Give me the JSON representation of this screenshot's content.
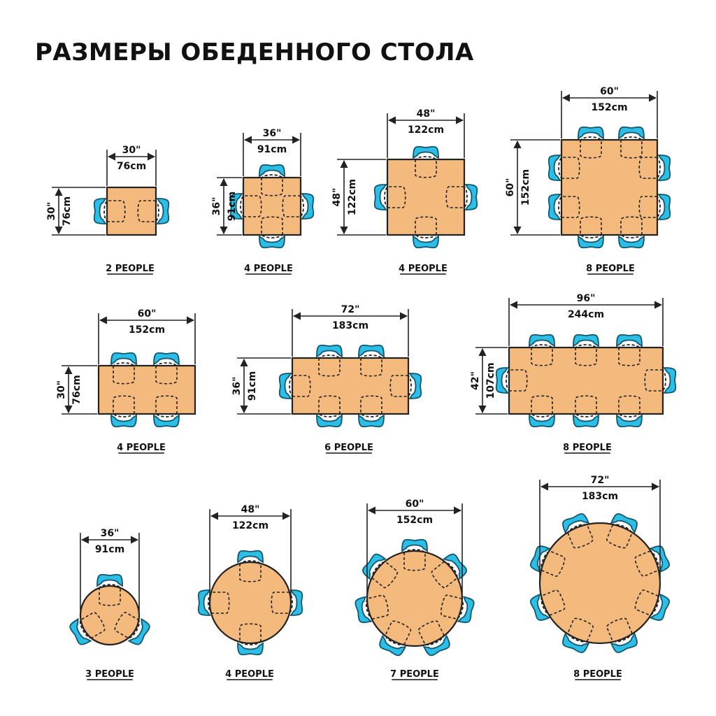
{
  "title": "РАЗМЕРЫ ОБЕДЕННОГО СТОЛА",
  "colors": {
    "table": "#f4b97c",
    "chair": "#2bbfe8",
    "ink": "#111111"
  },
  "tables": [
    {
      "shape": "square",
      "people": 2,
      "caption": "2 PEOPLE",
      "width_in": "30\"",
      "width_cm": "76cm",
      "depth_in": "30\"",
      "depth_cm": "76cm"
    },
    {
      "shape": "square",
      "people": 4,
      "caption": "4 PEOPLE",
      "width_in": "36\"",
      "width_cm": "91cm",
      "depth_in": "36\"",
      "depth_cm": "91cm"
    },
    {
      "shape": "square",
      "people": 4,
      "caption": "4 PEOPLE",
      "width_in": "48\"",
      "width_cm": "122cm",
      "depth_in": "48\"",
      "depth_cm": "122cm"
    },
    {
      "shape": "square",
      "people": 8,
      "caption": "8 PEOPLE",
      "width_in": "60\"",
      "width_cm": "152cm",
      "depth_in": "60\"",
      "depth_cm": "152cm"
    },
    {
      "shape": "rectangle",
      "people": 4,
      "caption": "4 PEOPLE",
      "width_in": "60\"",
      "width_cm": "152cm",
      "depth_in": "30\"",
      "depth_cm": "76cm"
    },
    {
      "shape": "rectangle",
      "people": 6,
      "caption": "6 PEOPLE",
      "width_in": "72\"",
      "width_cm": "183cm",
      "depth_in": "36\"",
      "depth_cm": "91cm"
    },
    {
      "shape": "rectangle",
      "people": 8,
      "caption": "8 PEOPLE",
      "width_in": "96\"",
      "width_cm": "244cm",
      "depth_in": "42\"",
      "depth_cm": "107cm"
    },
    {
      "shape": "round",
      "people": 3,
      "caption": "3 PEOPLE",
      "width_in": "36\"",
      "width_cm": "91cm"
    },
    {
      "shape": "round",
      "people": 4,
      "caption": "4 PEOPLE",
      "width_in": "48\"",
      "width_cm": "122cm"
    },
    {
      "shape": "round",
      "people": 7,
      "caption": "7 PEOPLE",
      "width_in": "60\"",
      "width_cm": "152cm"
    },
    {
      "shape": "round",
      "people": 8,
      "caption": "8 PEOPLE",
      "width_in": "72\"",
      "width_cm": "183cm"
    }
  ]
}
